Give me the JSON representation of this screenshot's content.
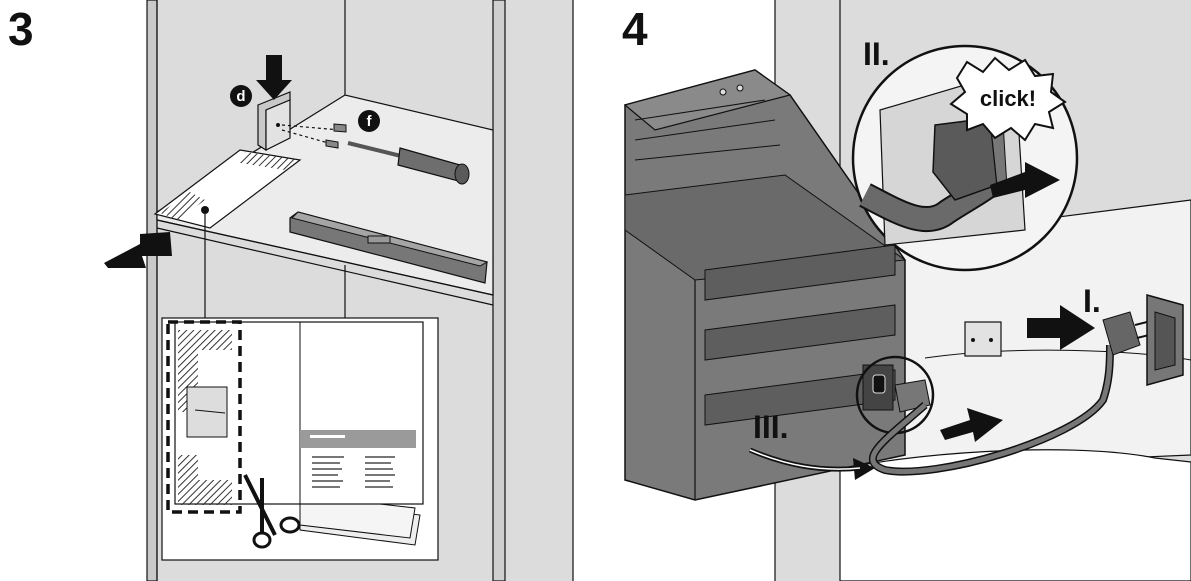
{
  "steps": [
    {
      "number": "3",
      "labels": {
        "d": "d",
        "f": "f"
      }
    },
    {
      "number": "4",
      "callouts": {
        "click": "click!",
        "step_I": "I.",
        "step_II": "II.",
        "step_III": "III."
      }
    }
  ],
  "colors": {
    "line": "#111111",
    "wall": "#d9d9d9",
    "wall_dark": "#b5b5b5",
    "appliance": "#7a7a7a",
    "appliance_dark": "#5e5e5e",
    "paper": "#ffffff",
    "hatch": "#333333"
  },
  "icons": [
    "arrow-icon",
    "screwdriver-icon",
    "screw-icon",
    "bracket-icon",
    "scissors-icon",
    "plug-icon",
    "socket-icon",
    "magnifier-circle-icon"
  ]
}
